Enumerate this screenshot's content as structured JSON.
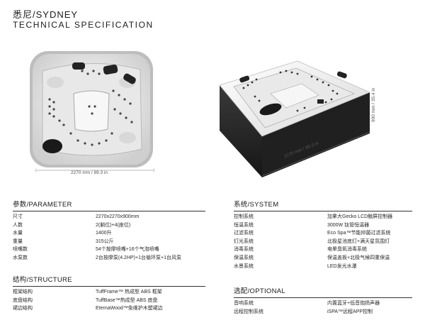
{
  "header": {
    "title": "悉尼/SYDNEY",
    "subtitle": "TECHNICAL SPECIFICATION"
  },
  "dimensions": {
    "width_label": "2270 mm / 89.3 in",
    "height_label": "900 mm / 35.4 in"
  },
  "parameter": {
    "title": "参数/PARAMETER",
    "rows": [
      {
        "key": "尺寸",
        "value": "2270x2270x900mm"
      },
      {
        "key": "人数",
        "value": "2(躺位)+4(座位)"
      },
      {
        "key": "水量",
        "value": "1400升"
      },
      {
        "key": "重量",
        "value": "315公斤"
      },
      {
        "key": "喷嘴数",
        "value": "54个按摩喷嘴+16个气泡喷嘴"
      },
      {
        "key": "水泵数",
        "value": "2台按摩泵(4.2HP)+1台循环泵+1台风泵"
      }
    ]
  },
  "structure": {
    "title": "结构/STRUCTURE",
    "rows": [
      {
        "key": "框架结构",
        "value": "TuffFrame™ 热成型 ABS 框架"
      },
      {
        "key": "底盘结构",
        "value": "TuffBase™热成型 ABS 底盘"
      },
      {
        "key": "裙边结构",
        "value": "EternaWood™免维护木塑裙边"
      }
    ]
  },
  "system": {
    "title": "系统/SYSTEM",
    "rows": [
      {
        "key": "控制系统",
        "value": "加拿大Gecko LCD触屏控制器"
      },
      {
        "key": "恒温系统",
        "value": "3000W 钛管恒温器"
      },
      {
        "key": "过滤系统",
        "value": "Eco Spa™节能抑菌过滤系统"
      },
      {
        "key": "灯光系统",
        "value": "北极星池底灯+满天星氛围灯"
      },
      {
        "key": "消毒系统",
        "value": "电晕臭氧消毒系统"
      },
      {
        "key": "保温系统",
        "value": "保温盖板+北极气候四重保温"
      },
      {
        "key": "水景系统",
        "value": "LED发光水瀑"
      }
    ]
  },
  "optional": {
    "title": "选配/OPTIONAL",
    "rows": [
      {
        "key": "音响系统",
        "value": "内置蓝牙+低音炮扬声器"
      },
      {
        "key": "远程控制系统",
        "value": "iSPA™远程APP控制"
      }
    ]
  }
}
